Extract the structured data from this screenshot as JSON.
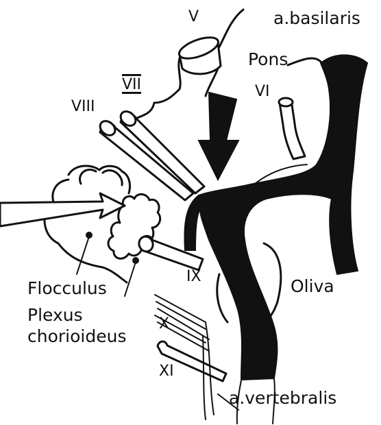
{
  "labels": {
    "basilaris": "a.basilaris",
    "pons": "Pons",
    "n5": "V",
    "n6": "VI",
    "n7": "VII",
    "n8": "VIII",
    "flocculus": "Flocculus",
    "plexus_line1": "Plexus",
    "plexus_line2": "chorioideus",
    "n9": "IX",
    "n10": "X",
    "n11": "XI",
    "oliva": "Oliva",
    "vertebralis": "a.vertebralis"
  },
  "colors": {
    "ink": "#111111",
    "paper": "#ffffff"
  }
}
